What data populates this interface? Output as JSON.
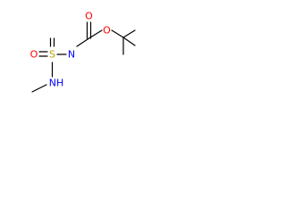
{
  "molecule": {
    "atoms": {
      "carbonyl_oxygen": "O",
      "ester_oxygen": "O",
      "sulfonyl_nitrogen": "N",
      "sulfonyl_oxygen": "O",
      "sulfur": "S",
      "amine_nitrogen": "NH"
    },
    "colors": {
      "oxygen": "#ff0000",
      "nitrogen": "#0000ff",
      "sulfur": "#b8a400",
      "bond": "#000000"
    }
  }
}
